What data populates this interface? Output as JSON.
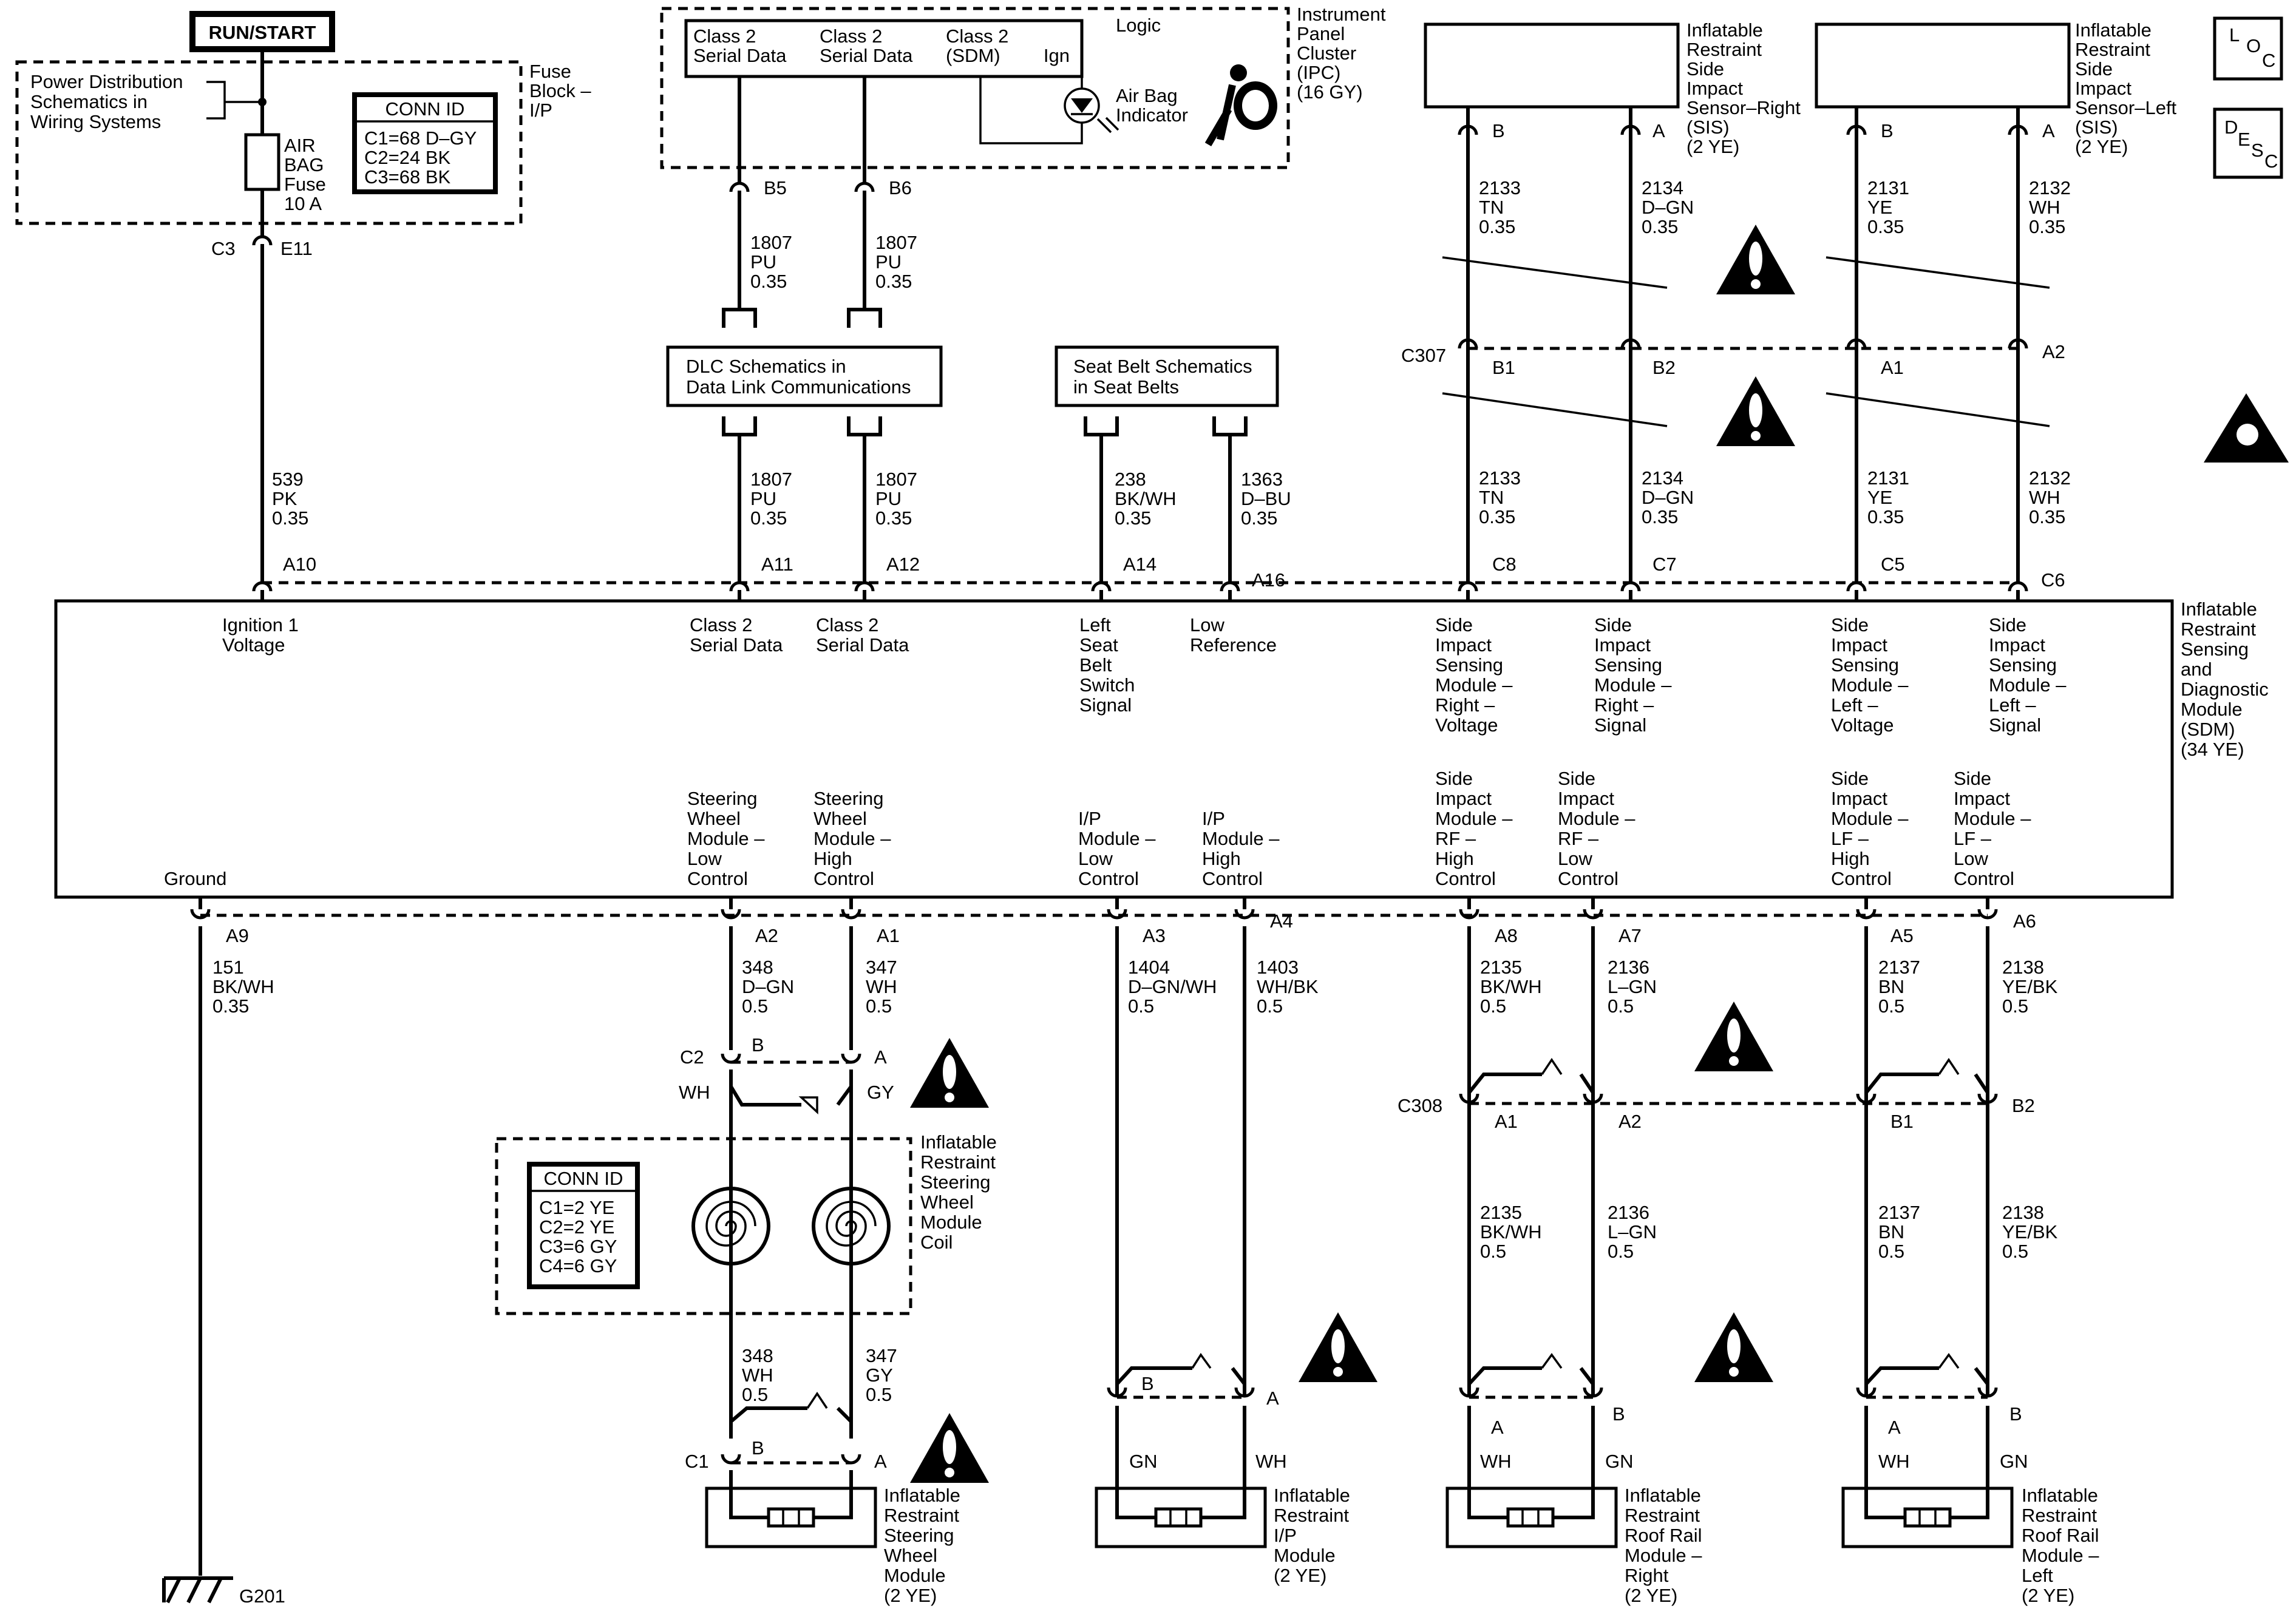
{
  "run_start": "RUN/START",
  "power_dist": [
    "Power Distribution",
    "Schematics in",
    "Wiring Systems"
  ],
  "fuse_block": [
    "Fuse",
    "Block –",
    "I/P"
  ],
  "fuse": [
    "AIR",
    "BAG",
    "Fuse",
    "10 A"
  ],
  "conn_id_title": "CONN ID",
  "fuse_conn_id": [
    "C1=68 D–GY",
    "C2=24 BK",
    "C3=68 BK"
  ],
  "c3": "C3",
  "e11": "E11",
  "ipc_cols": [
    [
      "Class 2",
      "Serial Data"
    ],
    [
      "Class 2",
      "Serial Data"
    ],
    [
      "Class 2",
      "(SDM)"
    ]
  ],
  "ign": "Ign",
  "logic": "Logic",
  "air_bag_indicator": [
    "Air Bag",
    "Indicator"
  ],
  "ipc_label": [
    "Instrument",
    "Panel",
    "Cluster",
    "(IPC)",
    "(16 GY)"
  ],
  "sis_right": [
    "Inflatable",
    "Restraint",
    "Side",
    "Impact",
    "Sensor–Right",
    "(SIS)",
    "(2 YE)"
  ],
  "sis_left": [
    "Inflatable",
    "Restraint",
    "Side",
    "Impact",
    "Sensor–Left",
    "(SIS)",
    "(2 YE)"
  ],
  "loc_letters": [
    "L",
    "O",
    "C"
  ],
  "desc_letters": [
    "D",
    "E",
    "S",
    "C"
  ],
  "dlc_box": [
    "DLC Schematics in",
    "Data Link Communications"
  ],
  "seatbelt_box": [
    "Seat Belt Schematics",
    "in Seat Belts"
  ],
  "c307": "C307",
  "c308": "C308",
  "pin_labels": {
    "b5": "B5",
    "b6": "B6",
    "b": "B",
    "a": "A",
    "b1": "B1",
    "b2": "B2",
    "a1": "A1",
    "a2": "A2",
    "a10": "A10",
    "a11": "A11",
    "a12": "A12",
    "a14": "A14",
    "a16": "A16",
    "c8": "C8",
    "c7": "C7",
    "c5": "C5",
    "c6": "C6",
    "a9": "A9",
    "a3": "A3",
    "a4": "A4",
    "a8": "A8",
    "a7": "A7",
    "a5": "A5",
    "a6": "A6",
    "c2": "C2",
    "c1": "C1",
    "g201": "G201"
  },
  "wires_top": {
    "ipc_b5": [
      "1807",
      "PU",
      "0.35"
    ],
    "ipc_b6": [
      "1807",
      "PU",
      "0.35"
    ],
    "sr_b": [
      "2133",
      "TN",
      "0.35"
    ],
    "sr_a": [
      "2134",
      "D–GN",
      "0.35"
    ],
    "sl_b": [
      "2131",
      "YE",
      "0.35"
    ],
    "sl_a": [
      "2132",
      "WH",
      "0.35"
    ],
    "fuse_out": [
      "539",
      "PK",
      "0.35"
    ],
    "dlc_1": [
      "1807",
      "PU",
      "0.35"
    ],
    "dlc_2": [
      "1807",
      "PU",
      "0.35"
    ],
    "belt_1": [
      "238",
      "BK/WH",
      "0.35"
    ],
    "belt_2": [
      "1363",
      "D–BU",
      "0.35"
    ],
    "sr_b2": [
      "2133",
      "TN",
      "0.35"
    ],
    "sr_a2": [
      "2134",
      "D–GN",
      "0.35"
    ],
    "sl_b2": [
      "2131",
      "YE",
      "0.35"
    ],
    "sl_a2": [
      "2132",
      "WH",
      "0.35"
    ]
  },
  "sdm_top_labels": [
    [
      "Ignition 1",
      "Voltage"
    ],
    [
      "Class 2",
      "Serial Data"
    ],
    [
      "Class 2",
      "Serial Data"
    ],
    [
      "Left",
      "Seat",
      "Belt",
      "Switch",
      "Signal"
    ],
    [
      "Low",
      "Reference"
    ],
    [
      "Side",
      "Impact",
      "Sensing",
      "Module –",
      "Right –",
      "Voltage"
    ],
    [
      "Side",
      "Impact",
      "Sensing",
      "Module –",
      "Right –",
      "Signal"
    ],
    [
      "Side",
      "Impact",
      "Sensing",
      "Module –",
      "Left –",
      "Voltage"
    ],
    [
      "Side",
      "Impact",
      "Sensing",
      "Module –",
      "Left –",
      "Signal"
    ]
  ],
  "sdm_name": [
    "Inflatable",
    "Restraint",
    "Sensing",
    "and",
    "Diagnostic",
    "Module",
    "(SDM)",
    "(34 YE)"
  ],
  "sdm_bottom_labels": [
    [
      "Ground"
    ],
    [
      "Steering",
      "Wheel",
      "Module –",
      "Low",
      "Control"
    ],
    [
      "Steering",
      "Wheel",
      "Module –",
      "High",
      "Control"
    ],
    [
      "I/P",
      "Module –",
      "Low",
      "Control"
    ],
    [
      "I/P",
      "Module –",
      "High",
      "Control"
    ],
    [
      "Side",
      "Impact",
      "Module –",
      "RF –",
      "High",
      "Control"
    ],
    [
      "Side",
      "Impact",
      "Module –",
      "RF –",
      "Low",
      "Control"
    ],
    [
      "Side",
      "Impact",
      "Module –",
      "LF –",
      "High",
      "Control"
    ],
    [
      "Side",
      "Impact",
      "Module –",
      "LF –",
      "Low",
      "Control"
    ]
  ],
  "wires_bottom": {
    "ground": [
      "151",
      "BK/WH",
      "0.35"
    ],
    "sw_low": [
      "348",
      "D–GN",
      "0.5"
    ],
    "sw_high": [
      "347",
      "WH",
      "0.5"
    ],
    "ip_low": [
      "1404",
      "D–GN/WH",
      "0.5"
    ],
    "ip_high": [
      "1403",
      "WH/BK",
      "0.5"
    ],
    "rf_high": [
      "2135",
      "BK/WH",
      "0.5"
    ],
    "rf_low": [
      "2136",
      "L–GN",
      "0.5"
    ],
    "lf_high": [
      "2137",
      "BN",
      "0.5"
    ],
    "lf_low": [
      "2138",
      "YE/BK",
      "0.5"
    ],
    "rf_high2": [
      "2135",
      "BK/WH",
      "0.5"
    ],
    "rf_low2": [
      "2136",
      "L–GN",
      "0.5"
    ],
    "lf_high2": [
      "2137",
      "BN",
      "0.5"
    ],
    "lf_low2": [
      "2138",
      "YE/BK",
      "0.5"
    ],
    "coil_wh": [
      "348",
      "WH",
      "0.5"
    ],
    "coil_gy": [
      "347",
      "GY",
      "0.5"
    ]
  },
  "wh": "WH",
  "gy": "GY",
  "gn": "GN",
  "coil_conn_id": [
    "C1=2 YE",
    "C2=2 YE",
    "C3=6 GY",
    "C4=6 GY"
  ],
  "coil_label": [
    "Inflatable",
    "Restraint",
    "Steering",
    "Wheel",
    "Module",
    "Coil"
  ],
  "sw_module": [
    "Inflatable",
    "Restraint",
    "Steering",
    "Wheel",
    "Module",
    "(2 YE)"
  ],
  "ip_module": [
    "Inflatable",
    "Restraint",
    "I/P",
    "Module",
    "(2 YE)"
  ],
  "rr_right": [
    "Inflatable",
    "Restraint",
    "Roof Rail",
    "Module –",
    "Right",
    "(2 YE)"
  ],
  "rr_left": [
    "Inflatable",
    "Restraint",
    "Roof Rail",
    "Module –",
    "Left",
    "(2 YE)"
  ]
}
